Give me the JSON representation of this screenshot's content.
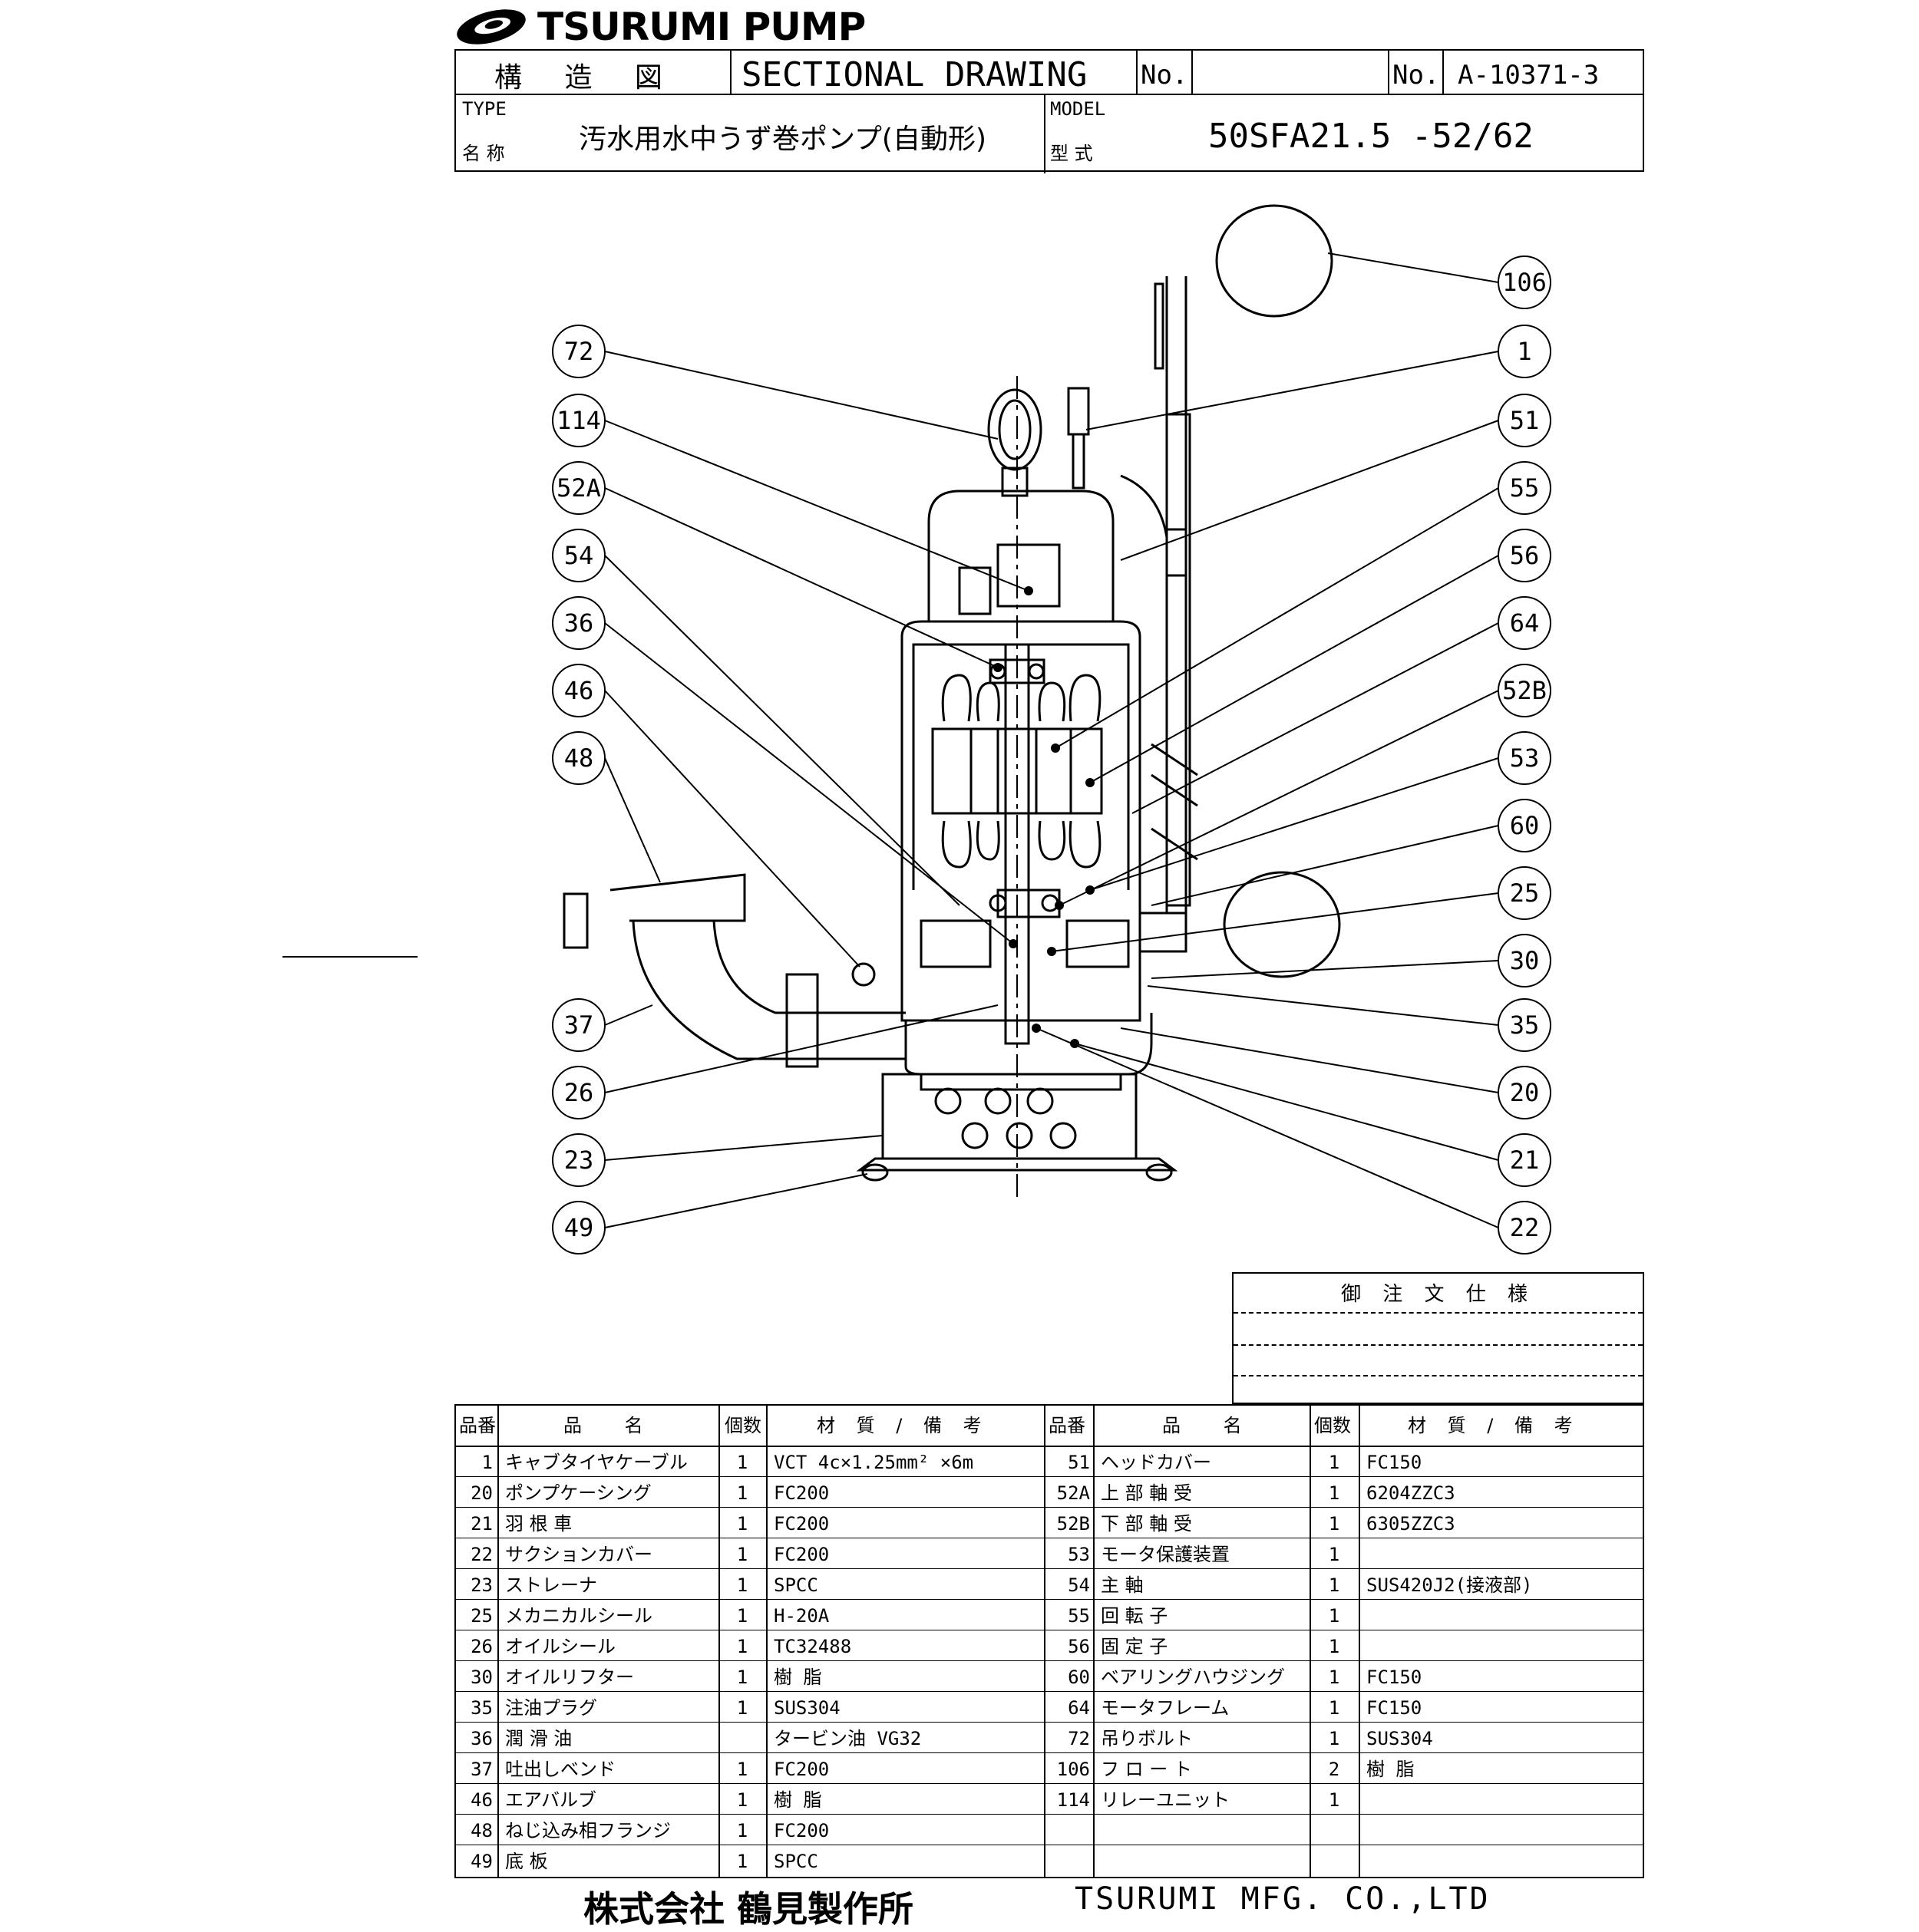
{
  "logo": {
    "icon": "tsurumi-swirl-logo-icon",
    "text": "TSURUMI PUMP"
  },
  "title_block": {
    "jp_title": "構 造 図",
    "en_title": "SECTIONAL DRAWING",
    "no_label_1": "No.",
    "no_label_2": "No.",
    "drawing_no": "A-10371-3",
    "type_label_en": "TYPE",
    "type_label_jp": "名 称",
    "type_value": "汚水用水中うず巻ポンプ(自動形)",
    "model_label_en": "MODEL",
    "model_label_jp": "型 式",
    "model_value": "50SFA21.5 -52/62"
  },
  "callouts_left": [
    "72",
    "114",
    "52A",
    "54",
    "36",
    "46",
    "48",
    "37",
    "26",
    "23",
    "49"
  ],
  "callouts_right": [
    "106",
    "1",
    "51",
    "55",
    "56",
    "64",
    "52B",
    "53",
    "60",
    "25",
    "30",
    "35",
    "20",
    "21",
    "22"
  ],
  "spec_box": {
    "title": "御 注 文 仕 様"
  },
  "parts_table": {
    "headers": {
      "no": "品番",
      "name": "品 名",
      "qty": "個数",
      "material": "材 質 / 備 考"
    },
    "left": [
      {
        "no": "1",
        "name": "キャブタイヤケーブル",
        "qty": "1",
        "material": "VCT 4c×1.25mm² ×6m"
      },
      {
        "no": "20",
        "name": "ポンプケーシング",
        "qty": "1",
        "material": "FC200"
      },
      {
        "no": "21",
        "name": "羽 根 車",
        "qty": "1",
        "material": "FC200"
      },
      {
        "no": "22",
        "name": "サクションカバー",
        "qty": "1",
        "material": "FC200"
      },
      {
        "no": "23",
        "name": "ストレーナ",
        "qty": "1",
        "material": "SPCC"
      },
      {
        "no": "25",
        "name": "メカニカルシール",
        "qty": "1",
        "material": "H-20A"
      },
      {
        "no": "26",
        "name": "オイルシール",
        "qty": "1",
        "material": "TC32488"
      },
      {
        "no": "30",
        "name": "オイルリフター",
        "qty": "1",
        "material": "樹 脂"
      },
      {
        "no": "35",
        "name": "注油プラグ",
        "qty": "1",
        "material": "SUS304"
      },
      {
        "no": "36",
        "name": "潤 滑 油",
        "qty": "",
        "material": "タービン油 VG32"
      },
      {
        "no": "37",
        "name": "吐出しベンド",
        "qty": "1",
        "material": "FC200"
      },
      {
        "no": "46",
        "name": "エアバルブ",
        "qty": "1",
        "material": "樹 脂"
      },
      {
        "no": "48",
        "name": "ねじ込み相フランジ",
        "qty": "1",
        "material": "FC200"
      },
      {
        "no": "49",
        "name": "底 板",
        "qty": "1",
        "material": "SPCC"
      }
    ],
    "right": [
      {
        "no": "51",
        "name": "ヘッドカバー",
        "qty": "1",
        "material": "FC150"
      },
      {
        "no": "52A",
        "name": "上 部 軸 受",
        "qty": "1",
        "material": "6204ZZC3"
      },
      {
        "no": "52B",
        "name": "下 部 軸 受",
        "qty": "1",
        "material": "6305ZZC3"
      },
      {
        "no": "53",
        "name": "モータ保護装置",
        "qty": "1",
        "material": ""
      },
      {
        "no": "54",
        "name": "主 軸",
        "qty": "1",
        "material": "SUS420J2(接液部)"
      },
      {
        "no": "55",
        "name": "回 転 子",
        "qty": "1",
        "material": ""
      },
      {
        "no": "56",
        "name": "固 定 子",
        "qty": "1",
        "material": ""
      },
      {
        "no": "60",
        "name": "ベアリングハウジング",
        "qty": "1",
        "material": "FC150"
      },
      {
        "no": "64",
        "name": "モータフレーム",
        "qty": "1",
        "material": "FC150"
      },
      {
        "no": "72",
        "name": "吊りボルト",
        "qty": "1",
        "material": "SUS304"
      },
      {
        "no": "106",
        "name": "フ ロ ー ト",
        "qty": "2",
        "material": "樹 脂"
      },
      {
        "no": "114",
        "name": "リレーユニット",
        "qty": "1",
        "material": ""
      },
      {
        "no": "",
        "name": "",
        "qty": "",
        "material": ""
      },
      {
        "no": "",
        "name": "",
        "qty": "",
        "material": ""
      }
    ]
  },
  "footer": {
    "company_jp": "株式会社 鶴見製作所",
    "company_en": "TSURUMI MFG. CO.,LTD"
  }
}
